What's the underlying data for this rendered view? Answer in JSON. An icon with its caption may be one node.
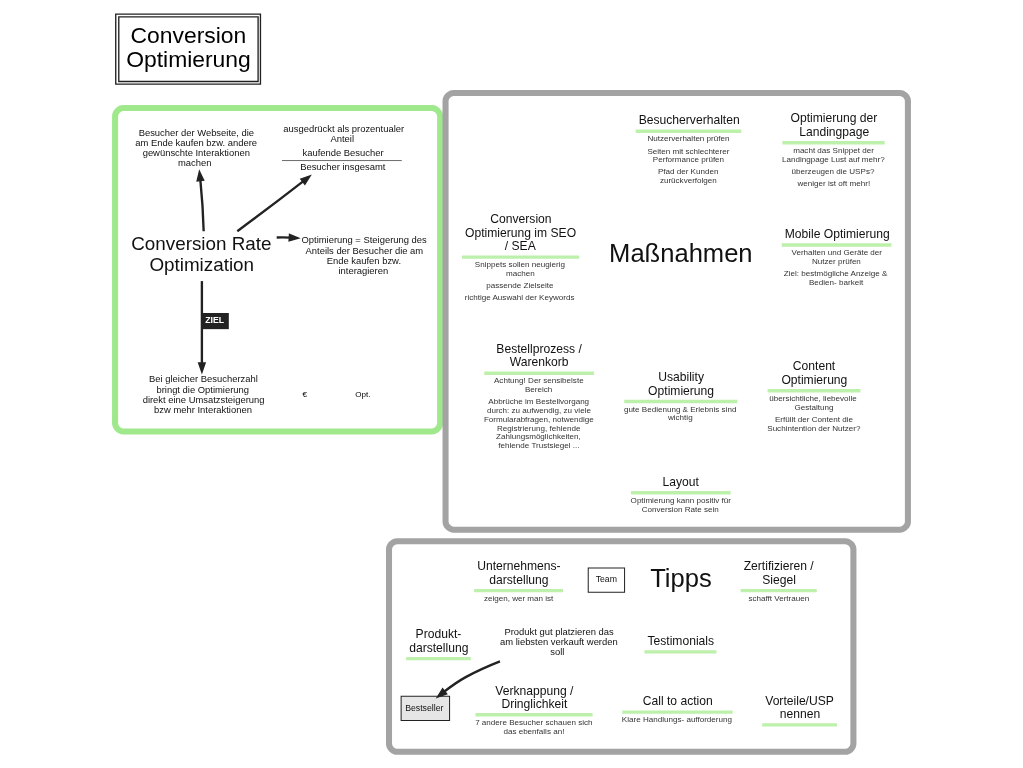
{
  "diagram": {
    "title": "Conversion Optimierung",
    "nodes": [
      {
        "text": [],
        "shape": "ellipse"
      },
      {
        "text": [
          "Conversion Rate Optimization"
        ],
        "in": 0
      },
      {
        "text": [
          "Besucher der Webseite, die am Ende kaufen bzw. andere gewünschte Interaktionen machen"
        ],
        "in": 0
      },
      {
        "text": [
          "ausgedrückt als prozentualer Anteil",
          "kaufende Besucher",
          "Besucher insgesamt"
        ],
        "in": 0
      },
      {
        "text": [
          "Optimierung = Steigerung des Anteils der Besucher die am Ende kaufen bzw. interagieren"
        ],
        "in": 0
      },
      {
        "text": [
          "Bei gleicher Besucherzahl bringt die Optimierung direkt eine Umsatzsteigerung bzw mehr Interaktionen"
        ],
        "in": 0
      },
      {
        "text": [],
        "shape": "ellipse"
      },
      {
        "text": [
          "Maßnahmen"
        ],
        "in": 6
      },
      {
        "text": [
          "Besucherverhalten",
          "Nutzerverhalten prüfen",
          "Seiten mit schlechterer Performance prüfen",
          "Pfad der Kunden zurückverfolgen"
        ],
        "in": 6
      },
      {
        "text": [
          "Optimierung der Landingpage",
          "macht das Snippet der Landingpage Lust auf mehr?",
          "überzeugen die USPs?",
          "weniger ist oft mehr!"
        ],
        "in": 6
      },
      {
        "text": [
          "Conversion Optimierung im SEO / SEA",
          "Snippets sollen neugierig machen",
          "passende Zielseite",
          "richtige Auswahl der Keywords"
        ],
        "in": 6
      },
      {
        "text": [
          "Mobile Optimierung",
          "Verhalten und Geräte der Nutzer prüfen",
          "Ziel: bestmögliche Anzeige & Bedien- barkeit"
        ],
        "in": 6
      },
      {
        "text": [
          "Bestellprozess / Warenkorb",
          "Achtung! Der sensibelste Bereich",
          "Abbrüche im Bestellvorgang durch: zu aufwendig, zu viele Formularabfragen, notwendige Registrierung, fehlende Zahlungsmöglichkeiten, fehlende Trustsiegel ..."
        ],
        "in": 6
      },
      {
        "text": [
          "Usability Optimierung",
          "gute Bedienung & Erlebnis sind wichtig"
        ],
        "in": 6
      },
      {
        "text": [
          "Content Optimierung",
          "übersichtliche, liebevolle Gestaltung",
          "Erfüllt der Content die Suchintention der Nutzer?"
        ],
        "in": 6
      },
      {
        "text": [
          "Layout",
          "Optimierung kann positiv für Conversion Rate sein"
        ],
        "in": 6
      },
      {
        "text": [],
        "shape": "ellipse"
      },
      {
        "text": [
          "Tipps"
        ],
        "in": 16
      },
      {
        "text": [
          "Unternehmens- darstellung",
          "zeigen, wer man ist"
        ],
        "in": 16
      },
      {
        "text": [
          "Team"
        ],
        "in": 16
      },
      {
        "text": [
          "Zertifizieren / Siegel",
          "schafft Vertrauen"
        ],
        "in": 16
      },
      {
        "text": [
          "Testimonials"
        ],
        "in": 16
      },
      {
        "text": [
          "Produkt- darstellung"
        ],
        "in": 16
      },
      {
        "text": [
          "Produkt gut platzieren das am liebsten verkauft werden soll"
        ],
        "in": 16
      },
      {
        "text": [
          "Bestseller"
        ],
        "in": 16
      },
      {
        "text": [
          "Verknappung / Dringlichkeit",
          "7 andere Besucher schauen sich das ebenfalls an!"
        ],
        "in": 16
      },
      {
        "text": [
          "Call to action",
          "Klare Handlungs- aufforderung"
        ],
        "in": 16
      },
      {
        "text": [
          "Vorteile/USP nennen"
        ],
        "in": 16
      }
    ],
    "edges": [
      {
        "from": 1,
        "to": 2,
        "arrow": "to"
      },
      {
        "from": 1,
        "to": 3,
        "arrow": "to"
      },
      {
        "from": 1,
        "to": 4,
        "arrow": "to"
      },
      {
        "from": 1,
        "to": 5,
        "arrow": "to",
        "label": "ZIEL"
      },
      {
        "from": 23,
        "to": 24,
        "arrow": "to"
      }
    ],
    "labels": [
      "€",
      "Opt."
    ]
  }
}
